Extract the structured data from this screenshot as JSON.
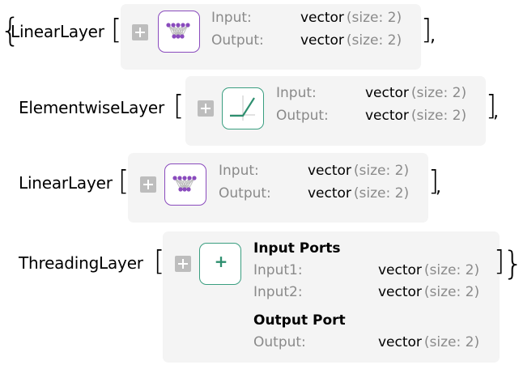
{
  "list": {
    "open_brace": "{",
    "close_brace": "}",
    "open_bracket": "[",
    "close_bracket": "]",
    "comma": ","
  },
  "layers": [
    {
      "name": "LinearLayer",
      "ports": [
        {
          "label": "Input:",
          "type": "vector",
          "size": "(size: 2)"
        },
        {
          "label": "Output:",
          "type": "vector",
          "size": "(size: 2)"
        }
      ]
    },
    {
      "name": "ElementwiseLayer",
      "ports": [
        {
          "label": "Input:",
          "type": "vector",
          "size": "(size: 2)"
        },
        {
          "label": "Output:",
          "type": "vector",
          "size": "(size: 2)"
        }
      ]
    },
    {
      "name": "LinearLayer",
      "ports": [
        {
          "label": "Input:",
          "type": "vector",
          "size": "(size: 2)"
        },
        {
          "label": "Output:",
          "type": "vector",
          "size": "(size: 2)"
        }
      ]
    },
    {
      "name": "ThreadingLayer",
      "input_ports_header": "Input Ports",
      "output_port_header": "Output Port",
      "inputs": [
        {
          "label": "Input1:",
          "type": "vector",
          "size": "(size: 2)"
        },
        {
          "label": "Input2:",
          "type": "vector",
          "size": "(size: 2)"
        }
      ],
      "outputs": [
        {
          "label": "Output:",
          "type": "vector",
          "size": "(size: 2)"
        }
      ],
      "icon_symbol": "+"
    }
  ],
  "icons": {
    "linear": "linear-layer-network-icon",
    "elementwise": "ramp-function-icon",
    "threading": "plus-icon"
  },
  "colors": {
    "linear_icon": "#8a4bbd",
    "elementwise_icon": "#3a9e80",
    "threading_icon": "#3a9e80",
    "panel_bg": "#f4f4f4",
    "label_gray": "#8a8a8a"
  }
}
